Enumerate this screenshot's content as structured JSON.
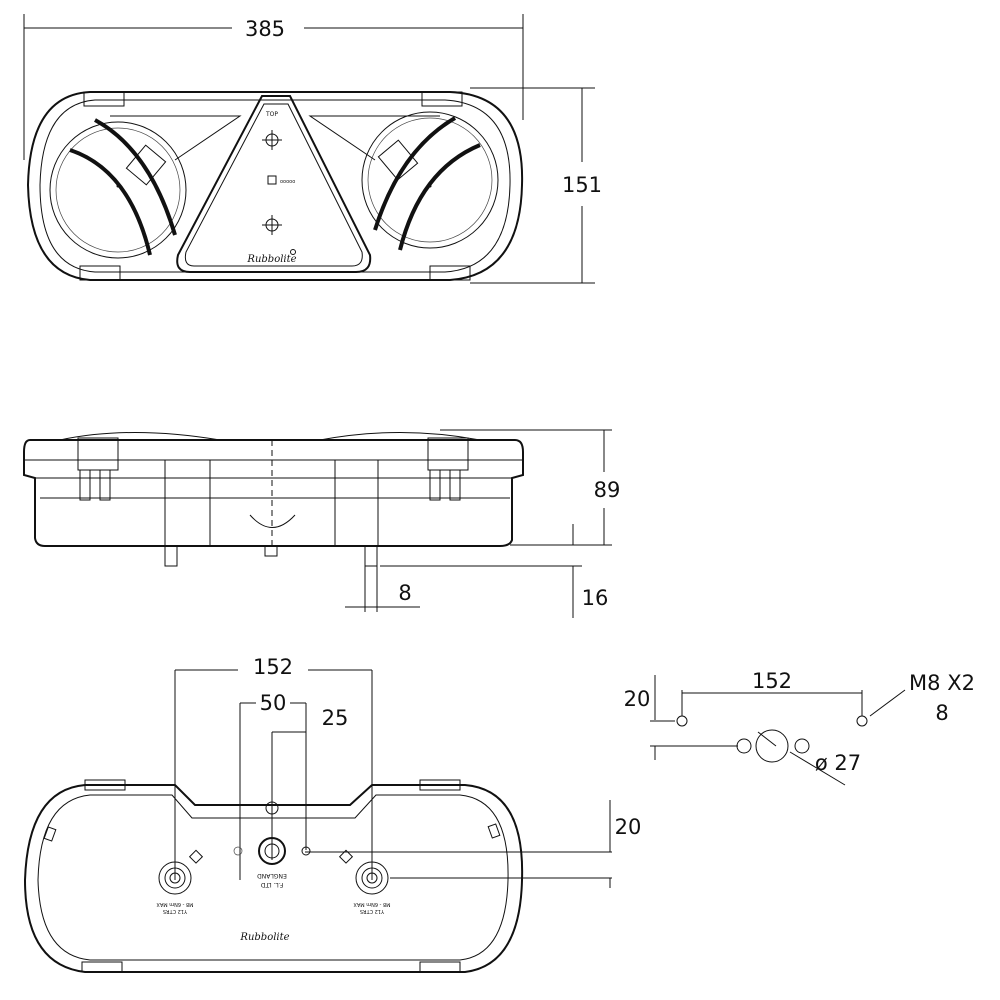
{
  "dimensions": {
    "front_width": "385",
    "front_height": "151",
    "side_height": "89",
    "stud_length": "16",
    "stud_diameter": "8",
    "rear_stud_spacing": "152",
    "rear_offset_50": "50",
    "rear_offset_25": "25",
    "rear_vertical": "20",
    "template_spacing": "152",
    "template_offset": "20",
    "template_hole_spec": "M8 X2",
    "template_hole_size": "8",
    "template_center_hole": "ø 27"
  },
  "labels": {
    "top_marker": "TOP",
    "brand_script": "Rubbolite",
    "company_line1": "F.L. LTD",
    "company_line2": "ENGLAND",
    "stud_label_a": "M8 - 6Nm MAX",
    "stud_label_b": "Y12 CTRS"
  }
}
